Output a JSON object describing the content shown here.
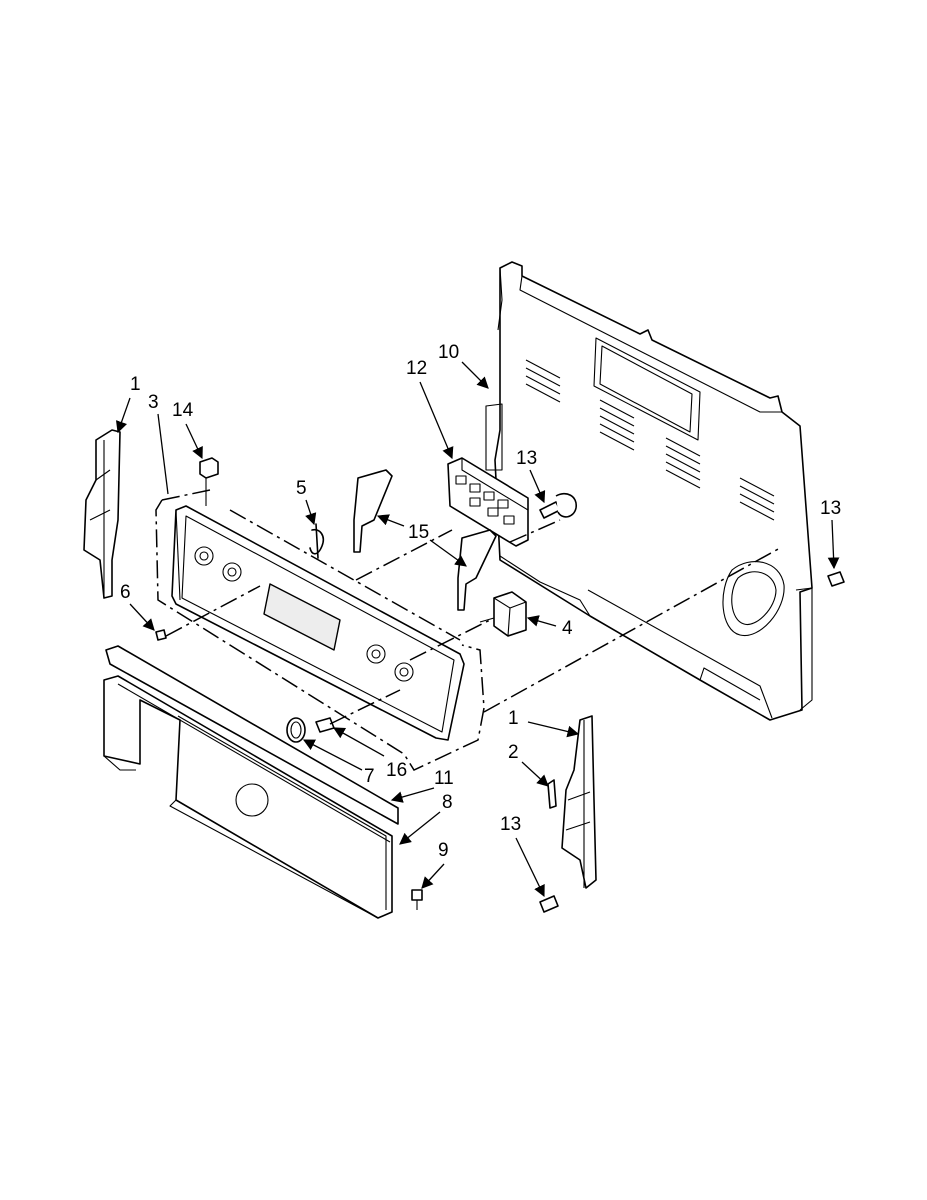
{
  "callouts": [
    {
      "id": "c1a",
      "text": "1"
    },
    {
      "id": "c3",
      "text": "3"
    },
    {
      "id": "c14",
      "text": "14"
    },
    {
      "id": "c5",
      "text": "5"
    },
    {
      "id": "c6",
      "text": "6"
    },
    {
      "id": "c12",
      "text": "12"
    },
    {
      "id": "c10",
      "text": "10"
    },
    {
      "id": "c13a",
      "text": "13"
    },
    {
      "id": "c15",
      "text": "15"
    },
    {
      "id": "c13b",
      "text": "13"
    },
    {
      "id": "c4",
      "text": "4"
    },
    {
      "id": "c1b",
      "text": "1"
    },
    {
      "id": "c2",
      "text": "2"
    },
    {
      "id": "c16",
      "text": "16"
    },
    {
      "id": "c7",
      "text": "7"
    },
    {
      "id": "c11",
      "text": "11"
    },
    {
      "id": "c8",
      "text": "8"
    },
    {
      "id": "c9",
      "text": "9"
    },
    {
      "id": "c13c",
      "text": "13"
    }
  ]
}
